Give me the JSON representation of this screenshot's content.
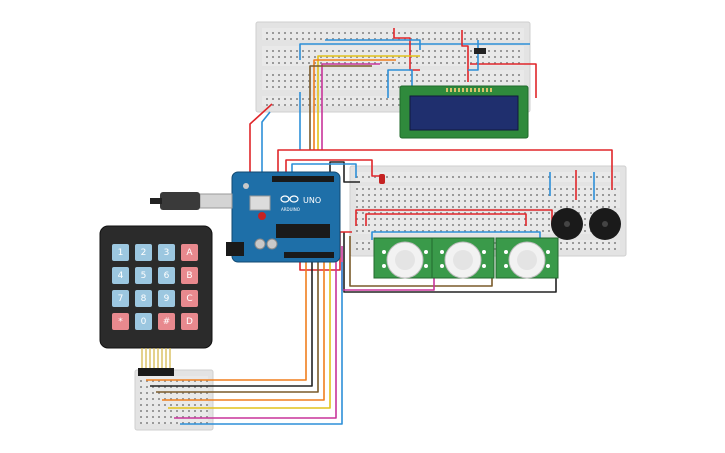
{
  "circuit": {
    "arduino": {
      "model_label": "UNO",
      "brand_label": "ARDUINO"
    },
    "keypad": {
      "keys": [
        "1",
        "2",
        "3",
        "A",
        "4",
        "5",
        "6",
        "B",
        "7",
        "8",
        "9",
        "C",
        "*",
        "0",
        "#",
        "D"
      ]
    },
    "colors": {
      "breadboard": "#e8e8e8",
      "arduino_board": "#1e6fa8",
      "lcd_board": "#2f8a3c",
      "lcd_screen": "#1f2f6e",
      "keypad_body": "#2b2b2b",
      "key_blue": "#9cc7e0",
      "key_red": "#e8898e",
      "pir_board": "#3a9a4a",
      "buzzer": "#1a1a1a",
      "wire_red": "#e0262a",
      "wire_blue": "#2d8fd8",
      "wire_yellow": "#e2c21a",
      "wire_orange": "#f07f1e",
      "wire_magenta": "#c8349a",
      "wire_brown": "#7a5a2a",
      "wire_black": "#222222"
    }
  }
}
